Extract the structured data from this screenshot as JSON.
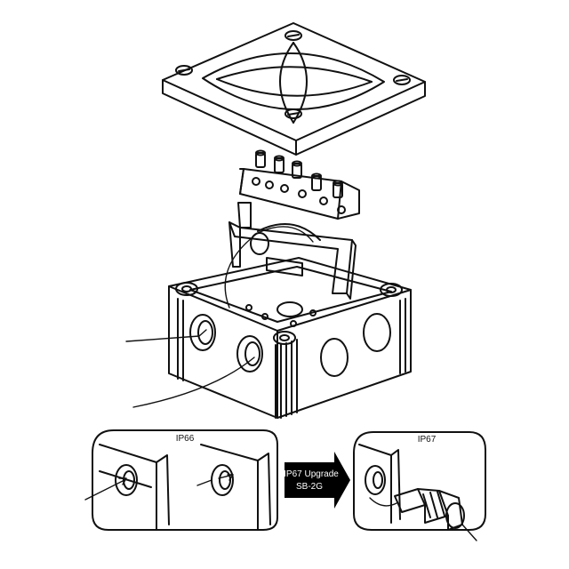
{
  "diagram": {
    "panels": {
      "left_label": "IP66",
      "right_label": "IP67"
    },
    "upgrade_arrow": {
      "line1": "IP67 Upgrade",
      "line2": "SB-2G"
    }
  },
  "colors": {
    "line": "#111111",
    "background": "#ffffff",
    "arrow_fill": "#000000",
    "arrow_text": "#ffffff"
  }
}
